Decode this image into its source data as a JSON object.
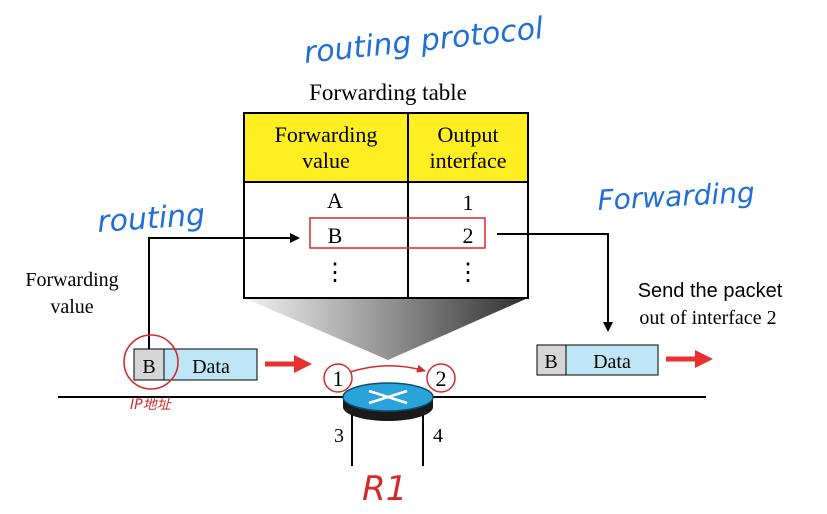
{
  "annotations": {
    "routing_protocol": "routing protocol",
    "routing": "routing",
    "forwarding": "Forwarding",
    "ip_addr": "IP地址",
    "router_name": "R1"
  },
  "table": {
    "title": "Forwarding table",
    "header_col1_line1": "Forwarding",
    "header_col1_line2": "value",
    "header_col2_line1": "Output",
    "header_col2_line2": "interface",
    "rows": [
      {
        "value": "A",
        "interface": "1"
      },
      {
        "value": "B",
        "interface": "2"
      },
      {
        "value": "⋮",
        "interface": "⋮"
      }
    ]
  },
  "left_label": {
    "line1": "Forwarding",
    "line2": "value"
  },
  "right_label": {
    "line1": "Send the packet",
    "line2": "out of interface 2"
  },
  "packet_in": {
    "address": "B",
    "payload": "Data"
  },
  "packet_out": {
    "address": "B",
    "payload": "Data"
  },
  "router": {
    "port_in": "1",
    "port_out": "2",
    "port_left": "3",
    "port_right": "4"
  },
  "colors": {
    "table_header": "#ffee22",
    "packet_data": "#bfe6f7",
    "packet_addr": "#d6d6d6",
    "arrow_red": "#e8312f",
    "annotation_blue": "#1f6fd6",
    "annotation_red": "#d42a2a",
    "router_top": "#2aa3db"
  }
}
